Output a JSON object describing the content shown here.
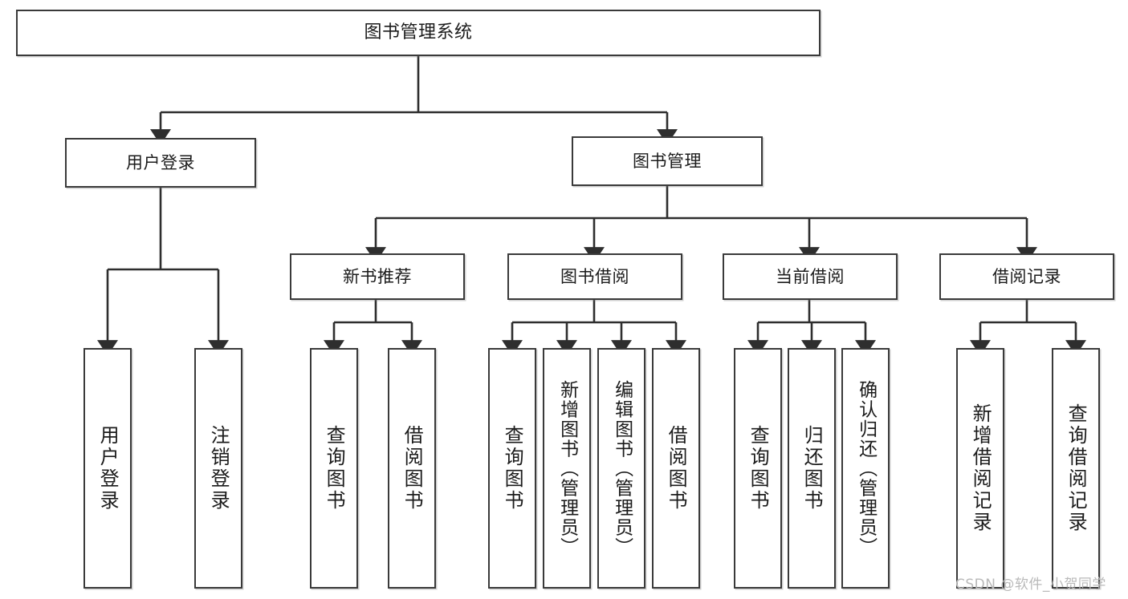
{
  "diagram": {
    "type": "tree-hierarchy",
    "title": "图书管理系统",
    "root": {
      "id": "root",
      "label": "图书管理系统"
    },
    "level2": [
      {
        "id": "user-login",
        "label": "用户登录"
      },
      {
        "id": "book-manage",
        "label": "图书管理"
      }
    ],
    "level3": [
      {
        "id": "new-book-recommend",
        "label": "新书推荐",
        "parent": "book-manage"
      },
      {
        "id": "book-borrow",
        "label": "图书借阅",
        "parent": "book-manage"
      },
      {
        "id": "current-borrow",
        "label": "当前借阅",
        "parent": "book-manage"
      },
      {
        "id": "borrow-record",
        "label": "借阅记录",
        "parent": "book-manage"
      }
    ],
    "leaves": {
      "user-login": [
        {
          "id": "leaf-user-login",
          "label": "用户登录"
        },
        {
          "id": "leaf-user-logout",
          "label": "注销登录"
        }
      ],
      "new-book-recommend": [
        {
          "id": "leaf-query-book-1",
          "label": "查询图书"
        },
        {
          "id": "leaf-borrow-book-1",
          "label": "借阅图书"
        }
      ],
      "book-borrow": [
        {
          "id": "leaf-query-book-2",
          "label": "查询图书"
        },
        {
          "id": "leaf-add-book",
          "label": "新增图书（管理员）"
        },
        {
          "id": "leaf-edit-book",
          "label": "编辑图书（管理员）"
        },
        {
          "id": "leaf-borrow-book-2",
          "label": "借阅图书"
        }
      ],
      "current-borrow": [
        {
          "id": "leaf-query-book-3",
          "label": "查询图书"
        },
        {
          "id": "leaf-return-book",
          "label": "归还图书"
        },
        {
          "id": "leaf-confirm-return",
          "label": "确认归还（管理员）"
        }
      ],
      "borrow-record": [
        {
          "id": "leaf-add-record",
          "label": "新增借阅记录"
        },
        {
          "id": "leaf-query-record",
          "label": "查询借阅记录"
        }
      ]
    }
  },
  "watermark": {
    "text": "CSDN @软件_小贺同学"
  },
  "colors": {
    "box_border": "#3a3a3a",
    "box_fill": "#ffffff",
    "connector": "#2e2e2e",
    "text": "#1b1b1b",
    "watermark": "#b9b9b9",
    "canvas": "#ffffff"
  }
}
